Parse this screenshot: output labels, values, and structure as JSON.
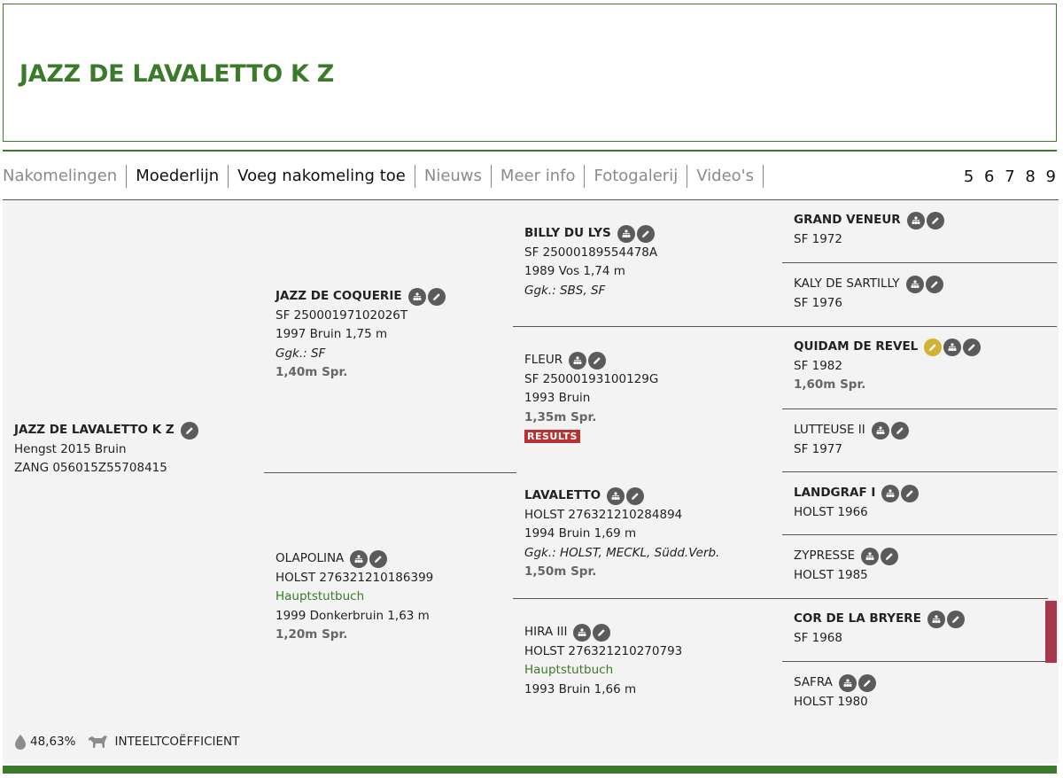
{
  "title": "JAZZ DE LAVALETTO K Z",
  "nav": {
    "items": [
      {
        "label": "Nakomelingen",
        "active": false
      },
      {
        "label": "Moederlijn",
        "active": true
      },
      {
        "label": "Voeg nakomeling toe",
        "active": true
      },
      {
        "label": "Nieuws",
        "active": false
      },
      {
        "label": "Meer info",
        "active": false
      },
      {
        "label": "Fotogalerij",
        "active": false
      },
      {
        "label": "Video's",
        "active": false
      }
    ],
    "pages": "5 6 7 8 9"
  },
  "subject": {
    "name": "JAZZ DE LAVALETTO K Z",
    "line1": "Hengst 2015 Bruin",
    "line2": "ZANG 056015Z55708415"
  },
  "sire": {
    "name": "JAZZ DE COQUERIE",
    "line1": "SF 25000197102026T",
    "line2": "1997 Bruin 1,75 m",
    "ggk": "Ggk.: SF",
    "spr": "1,40m Spr."
  },
  "dam": {
    "name": "OLAPOLINA",
    "line1": "HOLST 276321210186399",
    "book": "Hauptstutbuch",
    "line2": "1999 Donkerbruin 1,63 m",
    "spr": "1,20m Spr."
  },
  "ss": {
    "name": "BILLY DU LYS",
    "line1": "SF 25000189554478A",
    "line2": "1989 Vos 1,74 m",
    "ggk": "Ggk.: SBS, SF"
  },
  "sd": {
    "name": "FLEUR",
    "line1": "SF 25000193100129G",
    "line2": "1993 Bruin",
    "spr": "1,35m Spr.",
    "badge": "RESULTS"
  },
  "ds": {
    "name": "LAVALETTO",
    "line1": "HOLST 276321210284894",
    "line2": "1994 Bruin 1,69 m",
    "ggk": "Ggk.: HOLST, MECKL, Südd.Verb.",
    "spr": "1,50m Spr."
  },
  "dd": {
    "name": "HIRA III",
    "line1": "HOLST 276321210270793",
    "book": "Hauptstutbuch",
    "line2": "1993 Bruin 1,66 m"
  },
  "gen3": [
    {
      "name": "GRAND VENEUR",
      "line1": "SF 1972"
    },
    {
      "name": "KALY DE SARTILLY",
      "line1": "SF 1976"
    },
    {
      "name": "QUIDAM DE REVEL",
      "line1": "SF 1982",
      "spr": "1,60m Spr."
    },
    {
      "name": "LUTTEUSE II",
      "line1": "SF 1977"
    },
    {
      "name": "LANDGRAF I",
      "line1": "HOLST 1966"
    },
    {
      "name": "ZYPRESSE",
      "line1": "HOLST 1985"
    },
    {
      "name": "COR DE LA BRYERE",
      "line1": "SF 1968"
    },
    {
      "name": "SAFRA",
      "line1": "HOLST 1980"
    }
  ],
  "footer": {
    "percentage": "48,63%",
    "label": "INTEELTCOËFFICIENT"
  },
  "colors": {
    "brand_green": "#3b7a2a",
    "results_red": "#b83232",
    "marker": "#a6394d",
    "icon_gray": "#5b5b5b",
    "icon_gold": "#d2b235"
  }
}
